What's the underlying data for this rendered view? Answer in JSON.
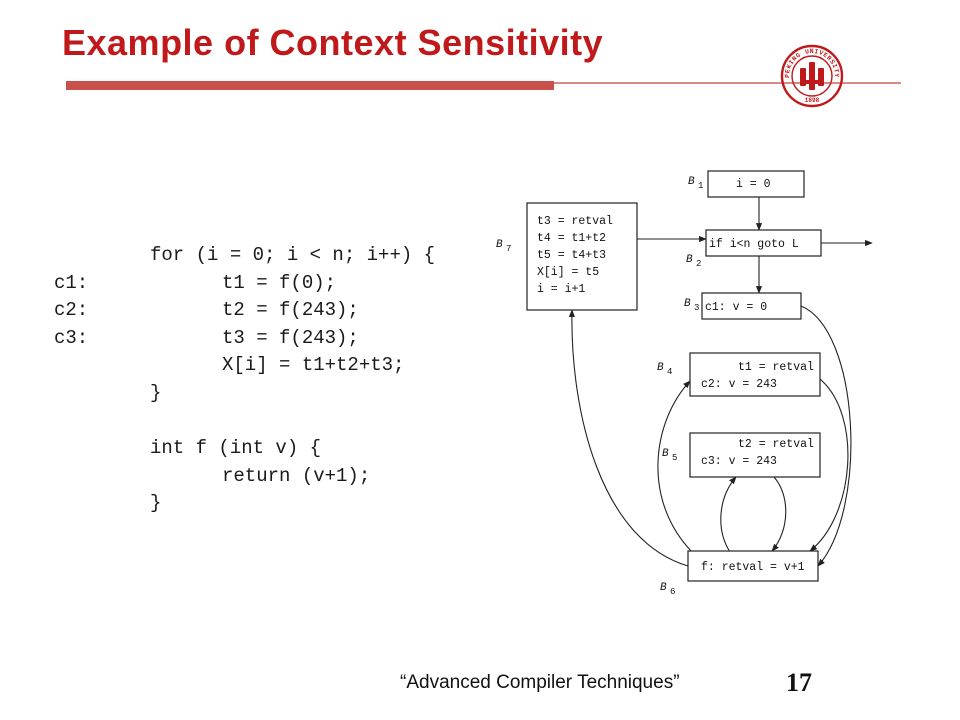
{
  "slide": {
    "title": "Example of Context Sensitivity",
    "footer": "“Advanced Compiler Techniques”",
    "page_number": "17"
  },
  "code": {
    "lines": [
      {
        "label": "",
        "indent": 1,
        "text": "for (i = 0; i < n; i++) {"
      },
      {
        "label": "c1:",
        "indent": 2,
        "text": "t1 = f(0);"
      },
      {
        "label": "c2:",
        "indent": 2,
        "text": "t2 = f(243);"
      },
      {
        "label": "c3:",
        "indent": 2,
        "text": "t3 = f(243);"
      },
      {
        "label": "",
        "indent": 2,
        "text": "X[i] = t1+t2+t3;"
      },
      {
        "label": "",
        "indent": 1,
        "text": "}"
      },
      {
        "label": "",
        "indent": 0,
        "text": ""
      },
      {
        "label": "",
        "indent": 1,
        "text": "int f (int v) {"
      },
      {
        "label": "",
        "indent": 2,
        "text": "return (v+1);"
      },
      {
        "label": "",
        "indent": 1,
        "text": "}"
      }
    ]
  },
  "diagram": {
    "blocks": [
      {
        "id": "B1",
        "name": "B",
        "sub": "1",
        "lines": [
          "i = 0"
        ]
      },
      {
        "id": "B2",
        "name": "B",
        "sub": "2",
        "lines": [
          "if i<n goto L"
        ]
      },
      {
        "id": "B3",
        "name": "B",
        "sub": "3",
        "lines": [
          "c1: v = 0"
        ]
      },
      {
        "id": "B4",
        "name": "B",
        "sub": "4",
        "lines": [
          "t1 = retval",
          "c2: v = 243"
        ]
      },
      {
        "id": "B5",
        "name": "B",
        "sub": "5",
        "lines": [
          "t2 = retval",
          "c3: v = 243"
        ]
      },
      {
        "id": "B6",
        "name": "B",
        "sub": "6",
        "lines": [
          "f: retval = v+1"
        ]
      },
      {
        "id": "B7",
        "name": "B",
        "sub": "7",
        "lines": [
          "t3 = retval",
          "t4 = t1+t2",
          "t5 = t4+t3",
          "X[i] = t5",
          "i = i+1"
        ]
      }
    ]
  },
  "logo": {
    "text": "PEKING UNIVERSITY",
    "year": "1898",
    "color": "#c0191b"
  },
  "colors": {
    "title": "#c0191b",
    "rule": "#c9504b"
  }
}
